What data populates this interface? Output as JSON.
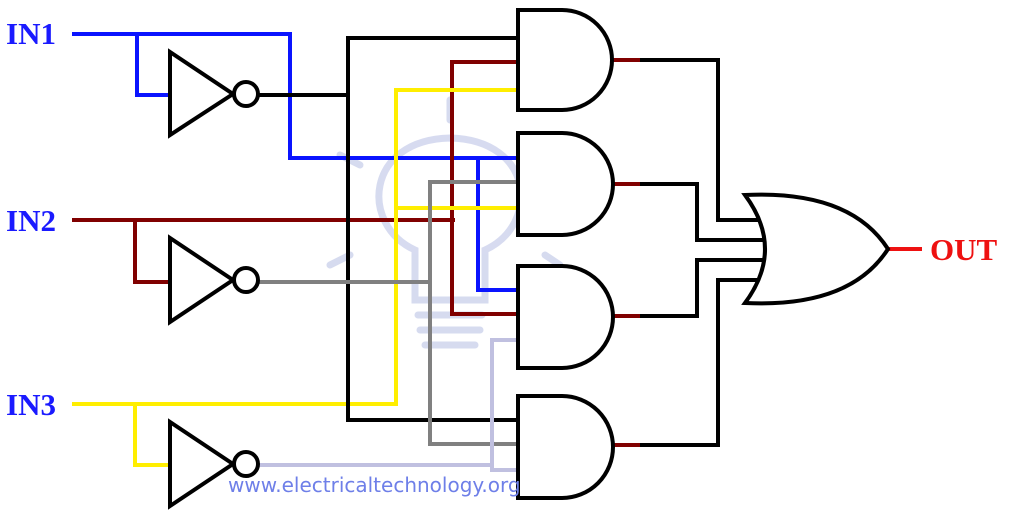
{
  "diagram": {
    "inputs": [
      "IN1",
      "IN2",
      "IN3"
    ],
    "output": "OUT",
    "watermark": "www.electricaltechnology.org",
    "wire_colors": {
      "in1": "#0a14ff",
      "in2": "#800000",
      "in3": "#ffee00",
      "in1_not": "#000000",
      "in2_not": "#808080",
      "in3_not": "#c0c0e0",
      "gate": "#000000",
      "out": "#ee1111"
    },
    "gates": [
      "AND",
      "AND",
      "AND",
      "AND",
      "OR",
      "NOT",
      "NOT",
      "NOT"
    ]
  }
}
